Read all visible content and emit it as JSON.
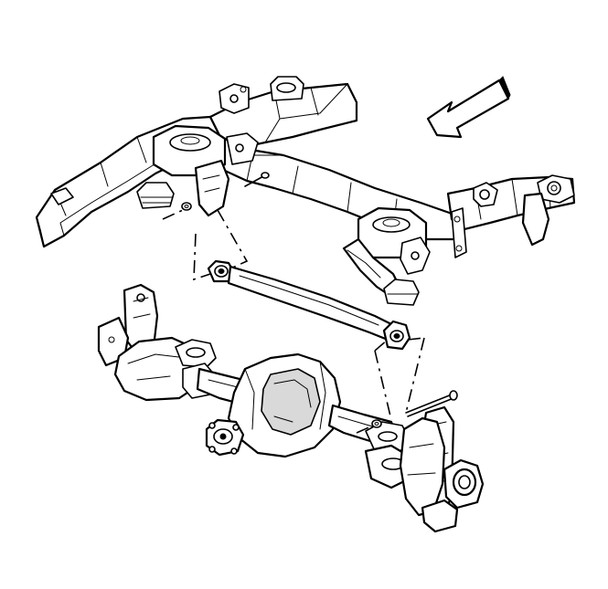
{
  "figure": {
    "kind": "exploded-view line drawing",
    "components": [
      {
        "id": "frame",
        "icon": "vehicle-frame-crossmember"
      },
      {
        "id": "track-bar",
        "icon": "track-bar-rod"
      },
      {
        "id": "rear-axle",
        "icon": "rear-axle-assembly"
      },
      {
        "id": "direction-arrow",
        "icon": "front-direction-arrow"
      },
      {
        "id": "nut",
        "icon": "nut-icon"
      },
      {
        "id": "bolt",
        "icon": "bolt-icon"
      }
    ],
    "colors": {
      "ink": "#000000",
      "paper": "#ffffff",
      "shade": "#d9d9d9"
    }
  }
}
